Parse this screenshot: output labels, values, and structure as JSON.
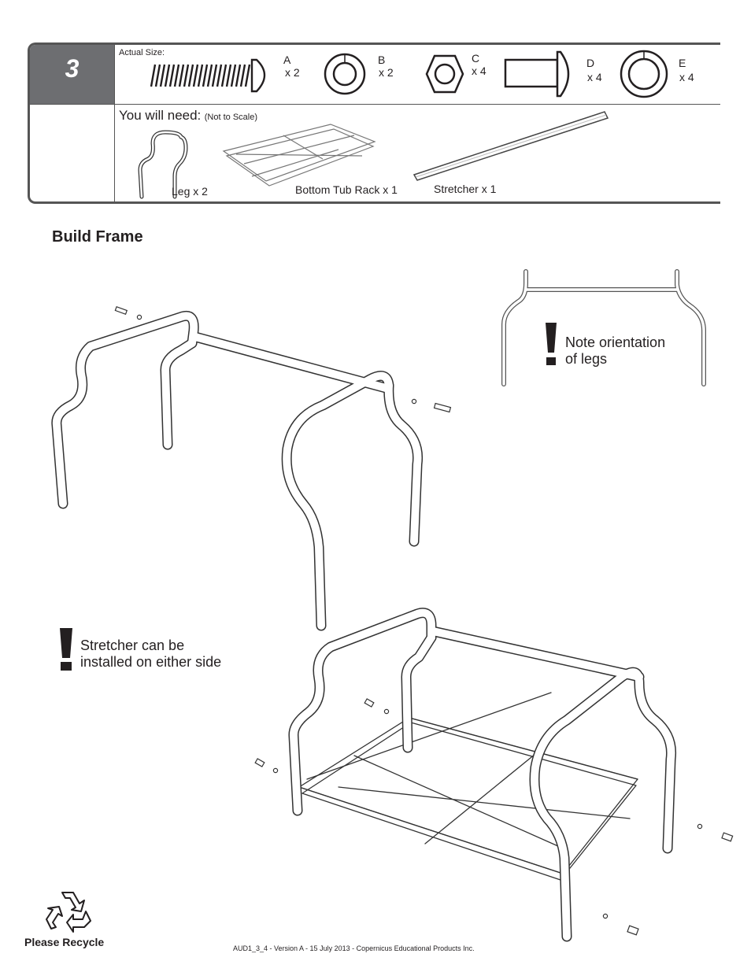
{
  "step": {
    "number": "3"
  },
  "hardware": {
    "actual_size_label": "Actual Size:",
    "items": [
      {
        "letter": "A",
        "qty": "x 2"
      },
      {
        "letter": "B",
        "qty": "x 2"
      },
      {
        "letter": "C",
        "qty": "x 4"
      },
      {
        "letter": "D",
        "qty": "x 4"
      },
      {
        "letter": "E",
        "qty": "x 4"
      }
    ]
  },
  "parts": {
    "you_will_need": "You will need:",
    "not_to_scale": "(Not to Scale)",
    "items": [
      {
        "name": "Leg",
        "qty": "x 2"
      },
      {
        "name": "Bottom Tub Rack",
        "qty": "x 1"
      },
      {
        "name": "Stretcher",
        "qty": "x 1"
      }
    ]
  },
  "section_title": "Build Frame",
  "notes": {
    "orientation": {
      "line1": "Note orientation",
      "line2": "of legs"
    },
    "stretcher": {
      "line1": "Stretcher can be",
      "line2": "installed on either side"
    }
  },
  "footer": {
    "recycle": "Please Recycle",
    "doc_info": "AUD1_3_4 - Version A - 15 July 2013 - Copernicus Educational Products Inc."
  }
}
